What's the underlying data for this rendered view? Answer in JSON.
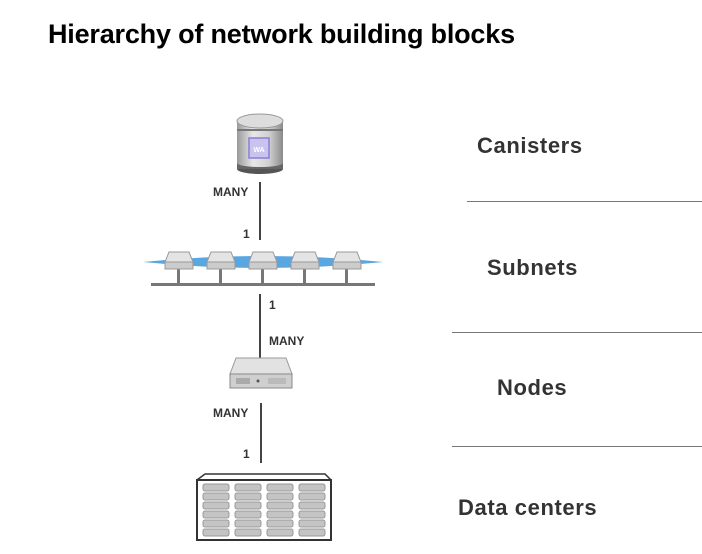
{
  "title": "Hierarchy of network building blocks",
  "levels": [
    {
      "label": "Canisters",
      "icon": "canister-icon",
      "icon_label": "WA"
    },
    {
      "label": "Subnets",
      "icon": "subnet-icon"
    },
    {
      "label": "Nodes",
      "icon": "server-node-icon"
    },
    {
      "label": "Data centers",
      "icon": "data-center-icon"
    }
  ],
  "relations": [
    {
      "between": "Canisters-Subnets",
      "upper": "MANY",
      "lower": "1"
    },
    {
      "between": "Subnets-Nodes",
      "upper": "1",
      "lower": "MANY"
    },
    {
      "between": "Nodes-Data centers",
      "upper": "MANY",
      "lower": "1"
    }
  ],
  "colors": {
    "subnet_band": "#5aa6e0",
    "canister_badge": "#8a7fd4"
  }
}
